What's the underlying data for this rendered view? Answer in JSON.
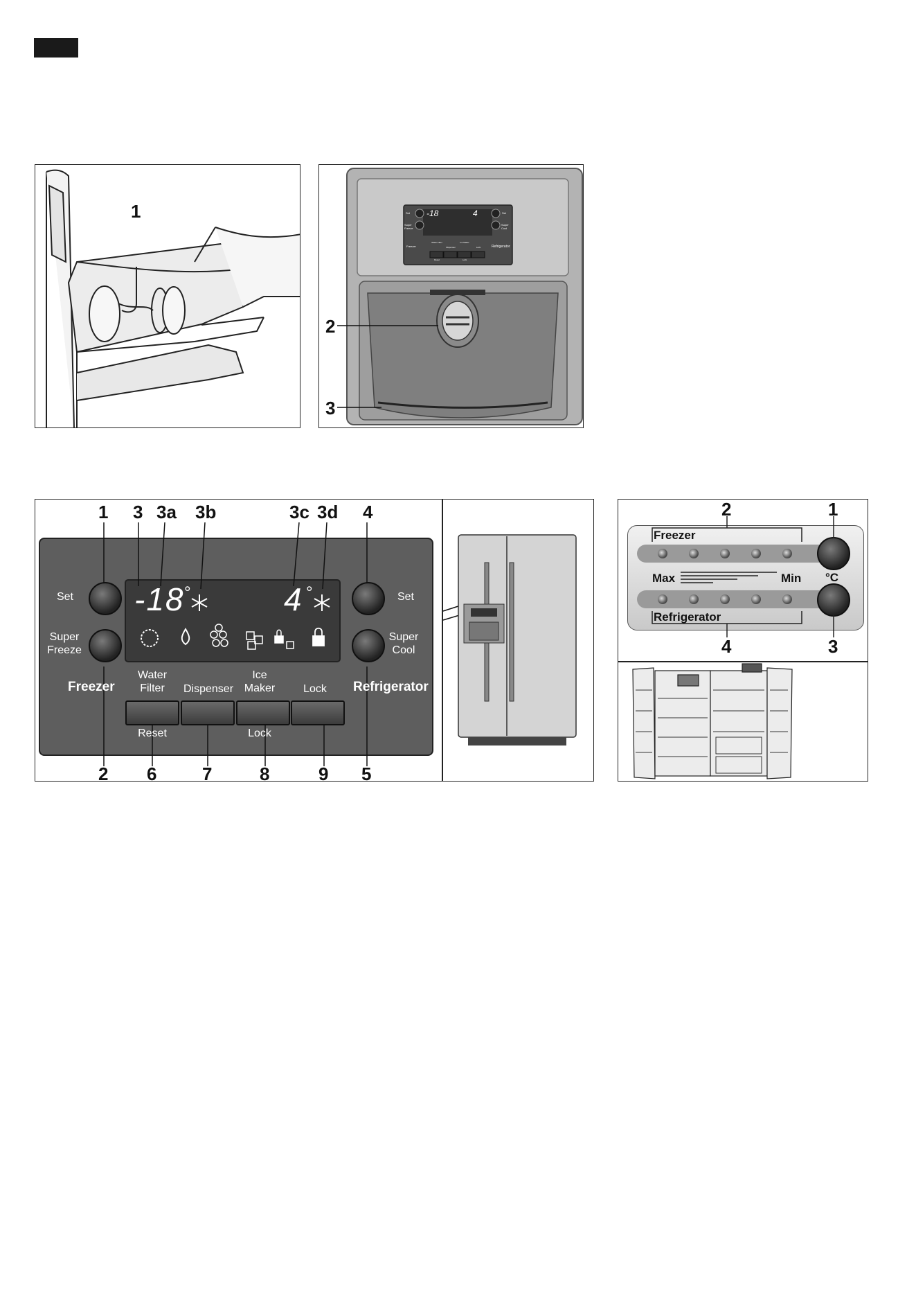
{
  "fig_top_left": {
    "callout_1": "1"
  },
  "fig_top_right": {
    "callout_2": "2",
    "callout_3": "3",
    "mini_panel": {
      "set_left": "Set",
      "set_right": "Set",
      "super_freeze": "Super Freeze",
      "super_cool": "Super Cool",
      "freezer": "Freezer",
      "refrigerator": "Refrigerator",
      "water_filter": "Water Filter",
      "dispenser": "Dispenser",
      "ice_maker": "Ice Maker",
      "lock": "Lock",
      "reset": "Reset",
      "lock2": "Lock",
      "freezer_temp": "-18",
      "fridge_temp": "4"
    }
  },
  "fig_control_panel": {
    "top_callouts": [
      "1",
      "3",
      "3a",
      "3b",
      "3c",
      "3d",
      "4"
    ],
    "bottom_callouts": [
      "2",
      "6",
      "7",
      "8",
      "9",
      "5"
    ],
    "set_left": "Set",
    "set_right": "Set",
    "super_freeze": "Super Freeze",
    "super_cool": "Super Cool",
    "freezer_label": "Freezer",
    "refrigerator_label": "Refrigerator",
    "freezer_temp": "-18",
    "fridge_temp": "4",
    "degree": "°",
    "buttons": [
      {
        "top": "Water Filter",
        "bottom": "Reset"
      },
      {
        "top": "Dispenser",
        "bottom": ""
      },
      {
        "top": "Ice Maker",
        "bottom": "Lock"
      },
      {
        "top": "Lock",
        "bottom": ""
      }
    ]
  },
  "fig_internal_control": {
    "callout_2": "2",
    "callout_1": "1",
    "callout_4": "4",
    "callout_3": "3",
    "freezer": "Freezer",
    "refrigerator": "Refrigerator",
    "max": "Max",
    "min": "Min",
    "unit": "°C",
    "freezer_leds": 5,
    "fridge_leds": 5
  },
  "colors": {
    "panel": "#5e5e5e",
    "display": "#3a3a3a",
    "steel": "#c8c8c8",
    "led_strip": "#9a9a9a"
  }
}
